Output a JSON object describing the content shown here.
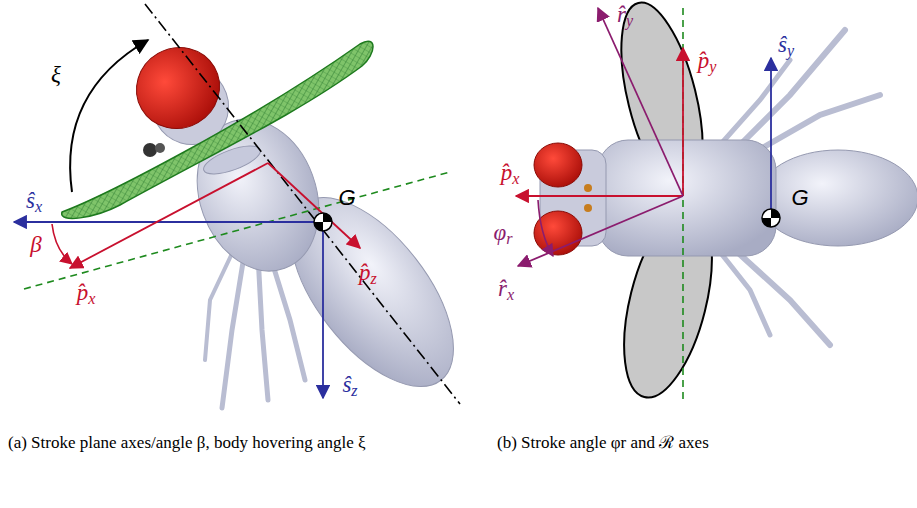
{
  "diagram": {
    "labels": [
      "ξ",
      "ŝx",
      "β",
      "p̂x",
      "G",
      "p̂z",
      "ŝz",
      "r̂y",
      "p̂y",
      "ŝy",
      "p̂x",
      "G",
      "φr",
      "r̂x",
      "(a) Stroke plane axes/angle β, body hovering angle ξ",
      "(b) Stroke angle φr and ℛ axes"
    ]
  }
}
